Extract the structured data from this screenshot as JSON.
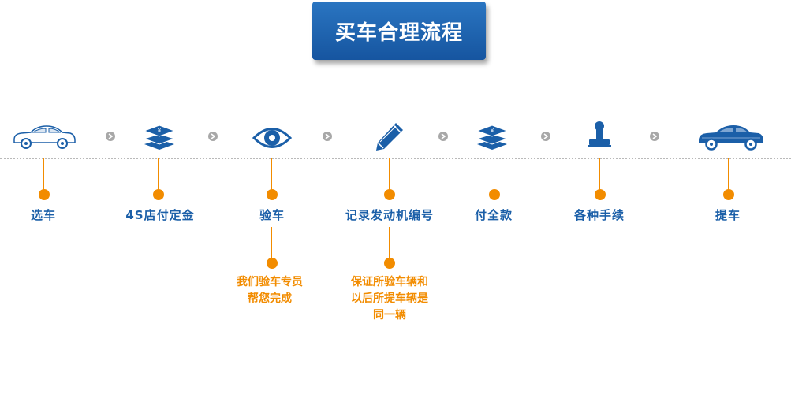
{
  "title": "买车合理流程",
  "steps": [
    {
      "label": "选车",
      "icon": "car-outline-icon"
    },
    {
      "label": "4S店付定金",
      "icon": "money-stack-icon"
    },
    {
      "label": "验车",
      "icon": "eye-icon"
    },
    {
      "label": "记录发动机编号",
      "icon": "pencil-icon"
    },
    {
      "label": "付全款",
      "icon": "money-stack-icon"
    },
    {
      "label": "各种手续",
      "icon": "stamp-icon"
    },
    {
      "label": "提车",
      "icon": "car-filled-icon"
    }
  ],
  "notes": {
    "inspect": [
      "我们验车专员",
      "帮您完成"
    ],
    "engine": [
      "保证所验车辆和",
      "以后所提车辆是",
      "同一辆"
    ]
  },
  "colors": {
    "primary": "#1b5fa8",
    "accent": "#f28c00",
    "chevron": "#a8a8a8"
  }
}
